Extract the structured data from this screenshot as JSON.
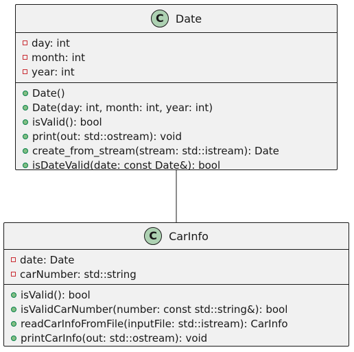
{
  "classes": [
    {
      "id": "date",
      "stereotype": "C",
      "name": "Date",
      "attributes": [
        {
          "visibility": "private",
          "text": "day: int"
        },
        {
          "visibility": "private",
          "text": "month: int"
        },
        {
          "visibility": "private",
          "text": "year: int"
        }
      ],
      "methods": [
        {
          "visibility": "public",
          "text": "Date()"
        },
        {
          "visibility": "public",
          "text": "Date(day: int, month: int, year: int)"
        },
        {
          "visibility": "public",
          "text": "isValid(): bool"
        },
        {
          "visibility": "public",
          "text": "print(out: std::ostream): void"
        },
        {
          "visibility": "public",
          "text": "create_from_stream(stream: std::istream): Date"
        },
        {
          "visibility": "public",
          "text": "isDateValid(date: const Date&): bool"
        }
      ]
    },
    {
      "id": "carinfo",
      "stereotype": "C",
      "name": "CarInfo",
      "attributes": [
        {
          "visibility": "private",
          "text": "date: Date"
        },
        {
          "visibility": "private",
          "text": "carNumber: std::string"
        }
      ],
      "methods": [
        {
          "visibility": "public",
          "text": "isValid(): bool"
        },
        {
          "visibility": "public",
          "text": "isValidCarNumber(number: const std::string&): bool"
        },
        {
          "visibility": "public",
          "text": "readCarInfoFromFile(inputFile: std::istream): CarInfo"
        },
        {
          "visibility": "public",
          "text": "printCarInfo(out: std::ostream): void"
        }
      ]
    }
  ],
  "relations": [
    {
      "from": "date",
      "to": "carinfo",
      "type": "association"
    }
  ],
  "colors": {
    "box_fill": "#f1f1f1",
    "border": "#181818",
    "stereotype_circle": "#add1b2",
    "private_marker": "#c82930",
    "public_marker_fill": "#84be84",
    "public_marker_stroke": "#038048"
  }
}
